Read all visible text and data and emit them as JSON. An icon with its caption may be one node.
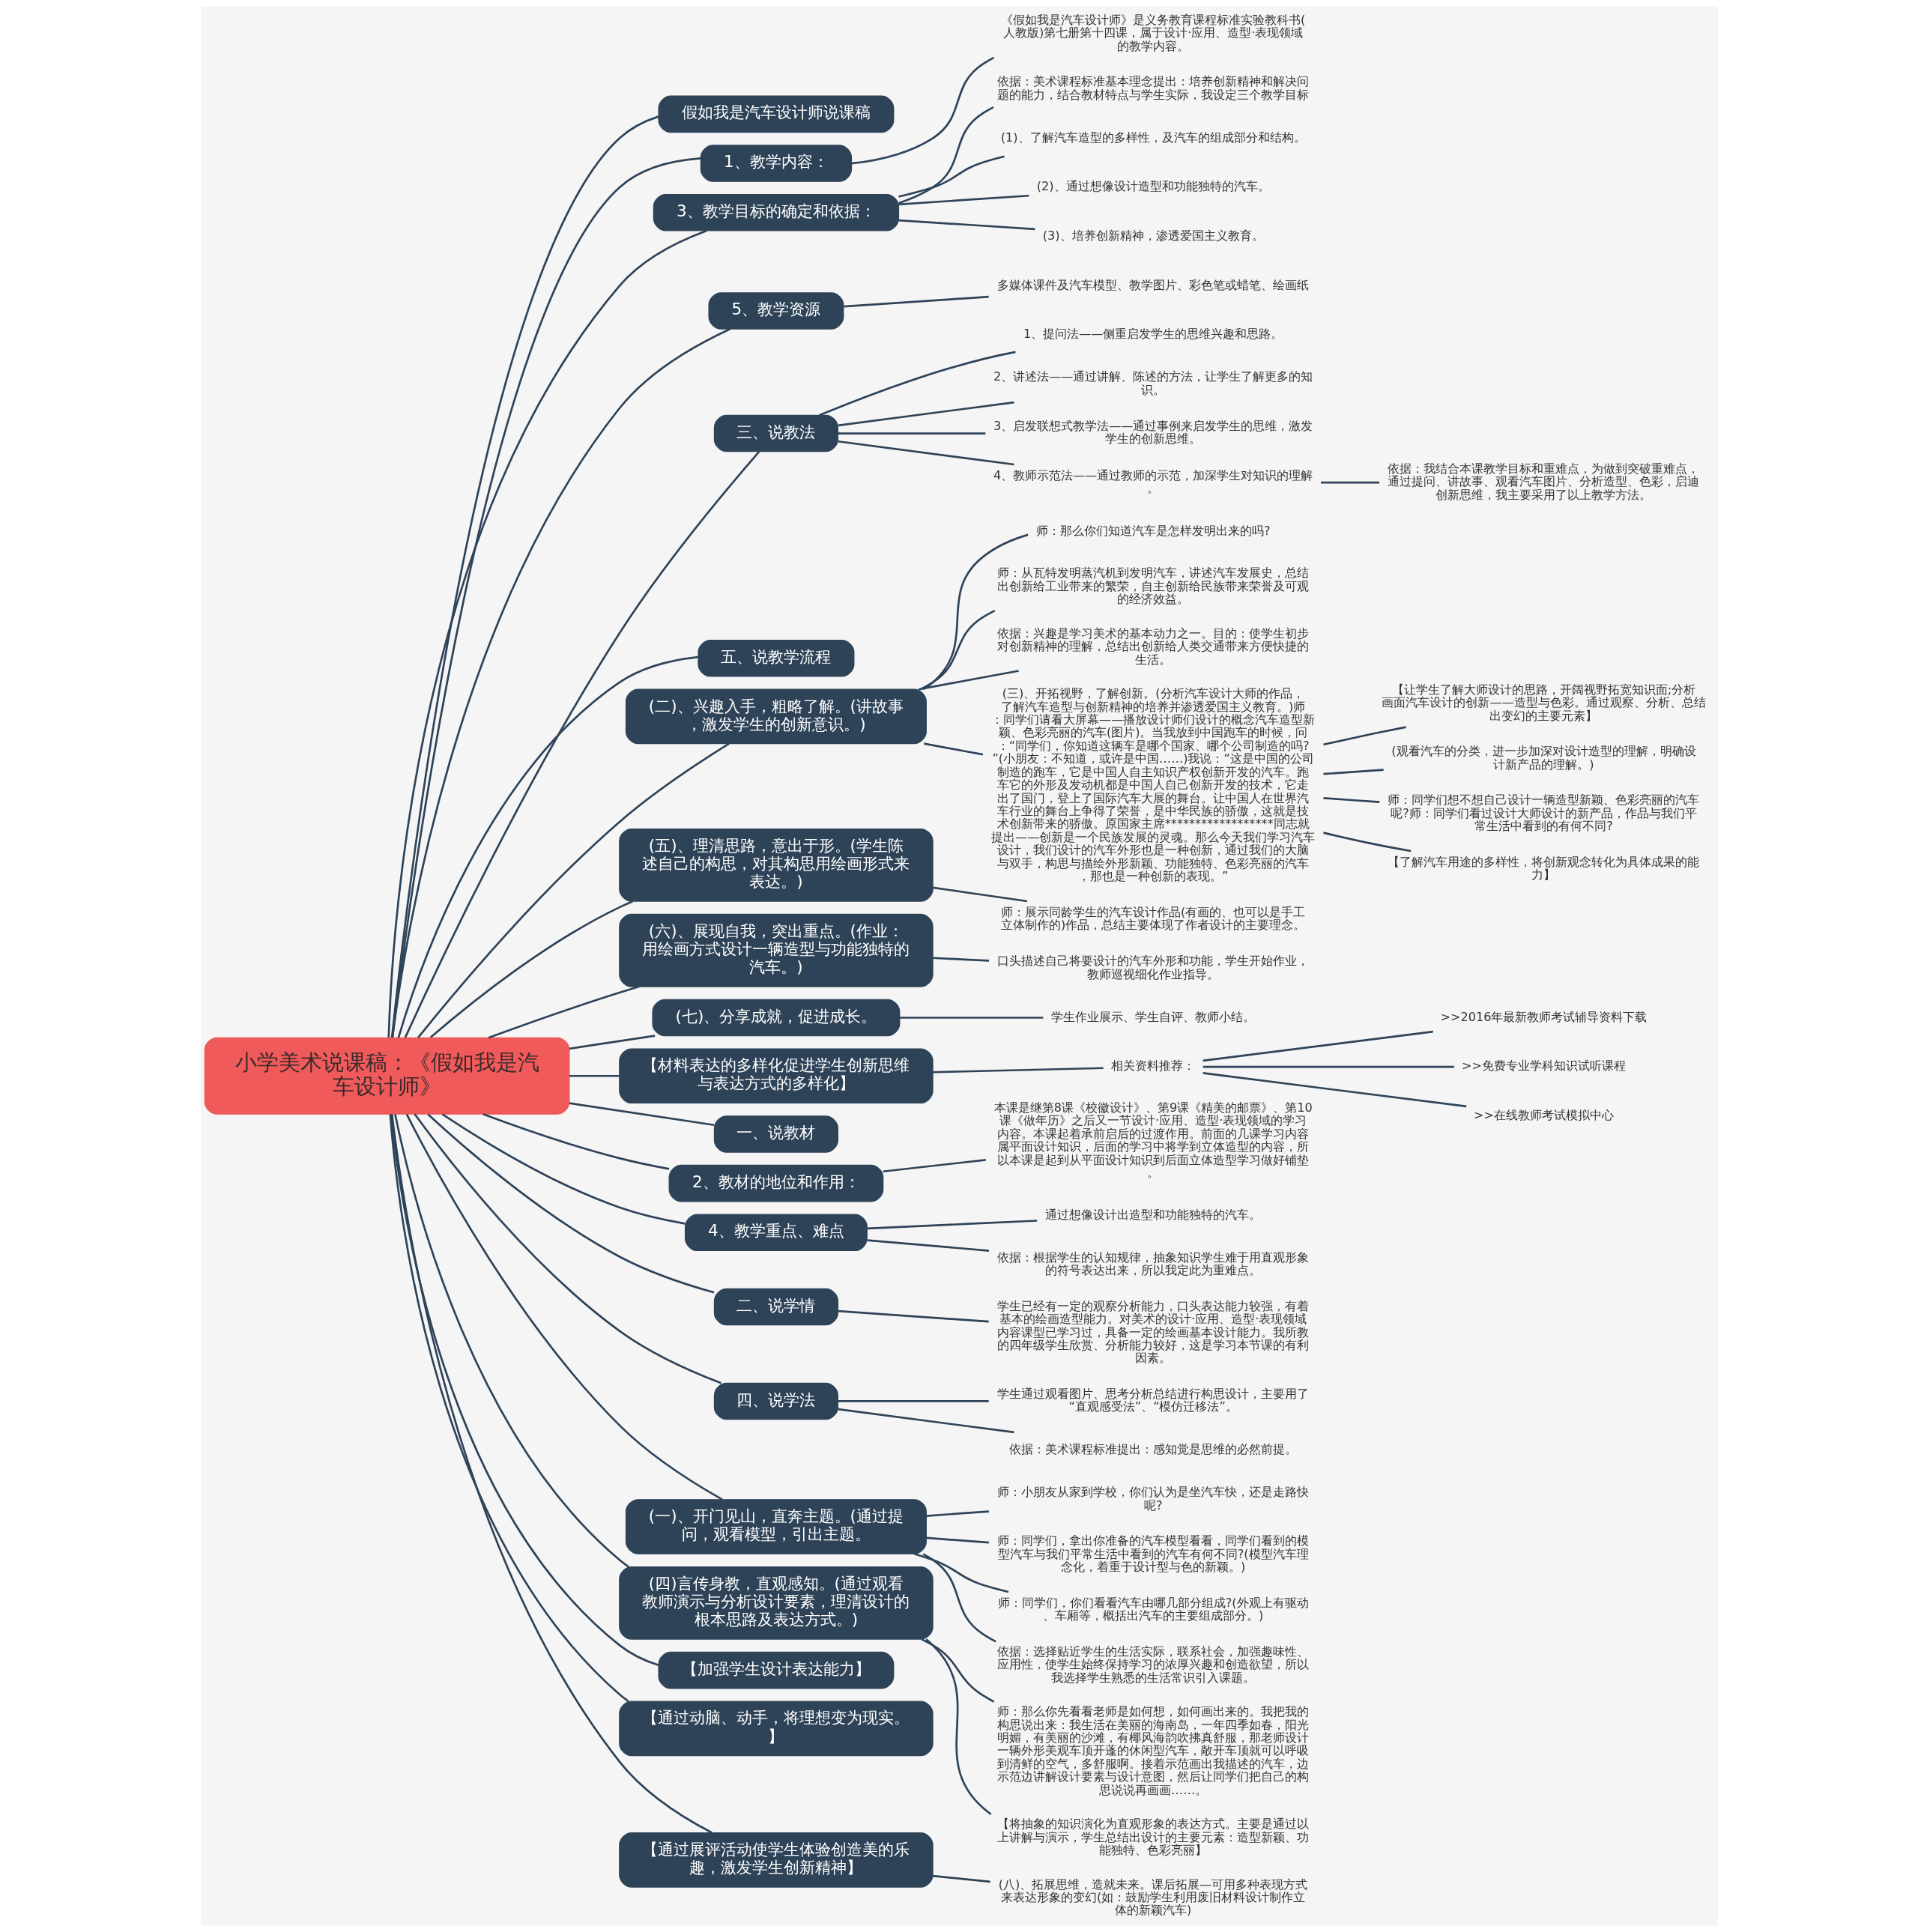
{
  "diagram": {
    "nodes": [
      {
        "text": [
          "小学美术说课稿：《假如我是汽车设计师》"
        ]
      },
      {
        "text": [
          "假如我是汽车设计师说课稿"
        ]
      },
      {
        "text": [
          "1、教学内容："
        ]
      },
      {
        "text": [
          "《假如我是汽车设计师》是义务教育课程标准实验教科书(人教版)第七册第十四课，属于设计·应用、造型·表现领域的教学内容。"
        ]
      },
      {
        "text": [
          "3、教学目标的确定和依据："
        ]
      },
      {
        "text": [
          "依据：美术课程标准基本理念提出：培养创新精神和解决问题的能力，结合教材特点与学生实际，我设定三个教学目标"
        ]
      },
      {
        "text": [
          "(1)、了解汽车造型的多样性，及汽车的组成部分和结构。"
        ]
      },
      {
        "text": [
          "(2)、通过想像设计造型和功能独特的汽车。"
        ]
      },
      {
        "text": [
          "(3)、培养创新精神，渗透爱国主义教育。"
        ]
      },
      {
        "text": [
          "5、教学资源"
        ]
      },
      {
        "text": [
          "多媒体课件及汽车模型、教学图片、彩色笔或蜡笔、绘画纸"
        ]
      },
      {
        "text": [
          "三、说教法"
        ]
      },
      {
        "text": [
          "1、提问法——侧重启发学生的思维兴趣和思路。"
        ]
      },
      {
        "text": [
          "2、讲述法——通过讲解、陈述的方法，让学生了解更多的知识。"
        ]
      },
      {
        "text": [
          "3、启发联想式教学法——通过事例来启发学生的思维，激发学生的创新思维。"
        ]
      },
      {
        "text": [
          "4、教师示范法——通过教师的示范，加深学生对知识的理解。"
        ]
      },
      {
        "text": [
          "依据：我结合本课教学目标和重难点，为做到突破重难点，通过提问、讲故事、观看汽车图片、分析造型、色彩，启迪创新思维，我主要采用了以上教学方法。"
        ]
      },
      {
        "text": [
          "五、说教学流程"
        ]
      },
      {
        "text": [
          "(二)、兴趣入手，粗略了解。(讲故事，激发学生的创新意识。)"
        ]
      },
      {
        "text": [
          "师：那么你们知道汽车是怎样发明出来的吗?"
        ]
      },
      {
        "text": [
          "师：从瓦特发明蒸汽机到发明汽车，讲述汽车发展史，总结出创新给工业带来的繁荣，自主创新给民族带来荣誉及可观的经济效益。"
        ]
      },
      {
        "text": [
          "依据：兴趣是学习美术的基本动力之一。目的：使学生初步对创新精神的理解，总结出创新给人类交通带来方便快捷的生活。"
        ]
      },
      {
        "text": [
          "(三)、开拓视野，了解创新。(分析汽车设计大师的作品，了解汽车造型与创新精神的培养并渗透爱国主义教育。)师：同学们请看大屏幕——播放设计师们设计的概念汽车造型新颖、色彩亮丽的汽车(图片)。当我放到中国跑车的时候，问：“同学们，你知道这辆车是哪个国家、哪个公司制造的吗?”(小朋友：不知道，或许是中国……)我说：“这是中国的公司制造的跑车，它是中国人自主知识产权创新开发的汽车。跑车它的外形及发动机都是中国人自己创新开发的技术，它走出了国门，登上了国际汽车大展的舞台。让中国人在世界汽车行业的舞台上争得了荣誉，是中华民族的骄傲，这就是技术创新带来的骄傲。原国家主席******************同志就提出——创新是一个民族发展的灵魂。那么今天我们学习汽车设计，我们设计的汽车外形也是一种创新，通过我们的大脑与双手，构思与描绘外形新颖、功能独特、色彩亮丽的汽车，那也是一种创新的表现。”"
        ]
      },
      {
        "text": [
          "【让学生了解大师设计的思路，开阔视野拓宽知识面;分析画面汽车设计的创新——造型与色彩。通过观察、分析、总结出变幻的主要元素】"
        ]
      },
      {
        "text": [
          "(观看汽车的分类，进一步加深对设计造型的理解，明确设计新产品的理解。)"
        ]
      },
      {
        "text": [
          "师：同学们想不想自己设计一辆造型新颖、色彩亮丽的汽车呢?师：同学们看过设计大师设计的新产品，作品与我们平常生活中看到的有何不同?"
        ]
      },
      {
        "text": [
          "【了解汽车用途的多样性，将创新观念转化为具体成果的能力】"
        ]
      },
      {
        "text": [
          "(五)、理清思路，意出于形。(学生陈述自己的构思，对其构思用绘画形式来表达。)"
        ]
      },
      {
        "text": [
          "师：展示同龄学生的汽车设计作品(有画的、也可以是手工立体制作的)作品，总结主要体现了作者设计的主要理念。"
        ]
      },
      {
        "text": [
          "(六)、展现自我，突出重点。(作业：用绘画方式设计一辆造型与功能独特的汽车。)"
        ]
      },
      {
        "text": [
          "口头描述自己将要设计的汽车外形和功能，学生开始作业，教师巡视细化作业指导。"
        ]
      },
      {
        "text": [
          "(七)、分享成就，促进成长。"
        ]
      },
      {
        "text": [
          "学生作业展示、学生自评、教师小结。"
        ]
      },
      {
        "text": [
          "【材料表达的多样化促进学生创新思维与表达方式的多样化】"
        ]
      },
      {
        "text": [
          "相关资料推荐："
        ]
      },
      {
        "text": [
          ">>2016年最新教师考试辅导资料下载"
        ]
      },
      {
        "text": [
          ">>免费专业学科知识试听课程"
        ]
      },
      {
        "text": [
          ">>在线教师考试模拟中心"
        ]
      },
      {
        "text": [
          "一、说教材"
        ]
      },
      {
        "text": [
          "2、教材的地位和作用："
        ]
      },
      {
        "text": [
          "本课是继第8课《校徽设计》、第9课《精美的邮票》、第10课《做年历》之后又一节设计·应用、造型·表现领域的学习内容。本课起着承前启后的过渡作用。前面的几课学习内容属平面设计知识，后面的学习中将学到立体造型的内容，所以本课是起到从平面设计知识到后面立体造型学习做好铺垫。"
        ]
      },
      {
        "text": [
          "4、教学重点、难点"
        ]
      },
      {
        "text": [
          "通过想像设计出造型和功能独特的汽车。"
        ]
      },
      {
        "text": [
          "依据：根据学生的认知规律，抽象知识学生难于用直观形象的符号表达出来，所以我定此为重难点。"
        ]
      },
      {
        "text": [
          "二、说学情"
        ]
      },
      {
        "text": [
          "学生已经有一定的观察分析能力，口头表达能力较强，有着基本的绘画造型能力。对美术的设计·应用、造型·表现领域内容课型已学习过，具备一定的绘画基本设计能力。我所教的四年级学生欣赏、分析能力较好，这是学习本节课的有利因素。"
        ]
      },
      {
        "text": [
          "四、说学法"
        ]
      },
      {
        "text": [
          "学生通过观看图片、思考分析总结进行构思设计，主要用了“直观感受法”、“模仿迁移法”。"
        ]
      },
      {
        "text": [
          "依据：美术课程标准提出：感知觉是思维的必然前提。"
        ]
      },
      {
        "text": [
          "(一)、开门见山，直奔主题。(通过提问，观看模型，引出主题。"
        ]
      },
      {
        "text": [
          "师：小朋友从家到学校，你们认为是坐汽车快，还是走路快呢?"
        ]
      },
      {
        "text": [
          "师：同学们，拿出你准备的汽车模型看看，同学们看到的模型汽车与我们平常生活中看到的汽车有何不同?(模型汽车理念化，着重于设计型与色的新颖。)"
        ]
      },
      {
        "text": [
          "师：同学们，你们看看汽车由哪几部分组成?(外观上有驱动、车厢等，概括出汽车的主要组成部分。)"
        ]
      },
      {
        "text": [
          "依据：选择贴近学生的生活实际，联系社会，加强趣味性、应用性，使学生始终保持学习的浓厚兴趣和创造欲望，所以我选择学生熟悉的生活常识引入课题。"
        ]
      },
      {
        "text": [
          "(四)言传身教，直观感知。(通过观看教师演示与分析设计要素，理清设计的根本思路及表达方式。)"
        ]
      },
      {
        "text": [
          "师：那么你先看看老师是如何想，如何画出来的。我把我的构思说出来：我生活在美丽的海南岛，一年四季如春，阳光明媚，有美丽的沙滩，有椰风海韵吹拂真舒服，那老师设计一辆外形美观车顶开蓬的休闲型汽车，敞开车顶就可以呼吸到清鲜的空气，多舒服啊。接着示范画出我描述的汽车，边示范边讲解设计要素与设计意图，然后让同学们把自己的构思说说再画画……。"
        ]
      },
      {
        "text": [
          "【将抽象的知识演化为直观形象的表达方式。主要是通过以上讲解与演示，学生总结出设计的主要元素：造型新颖、功能独特、色彩亮丽】"
        ]
      },
      {
        "text": [
          "【加强学生设计表达能力】"
        ]
      },
      {
        "text": [
          "【通过动脑、动手，将理想变为现实。】"
        ]
      },
      {
        "text": [
          "【通过展评活动使学生体验创造美的乐趣，激发学生创新精神】"
        ]
      },
      {
        "text": [
          "(八)、拓展思维，造就未来。课后拓展—可用多种表现方式来表达形象的变幻(如：鼓励学生利用废旧材料设计制作立体的新颖汽车)"
        ]
      }
    ],
    "edges": [
      {
        "from": 0,
        "to": 1,
        "arrow": "none"
      },
      {
        "from": 0,
        "to": 2,
        "arrow": "none"
      },
      {
        "from": 2,
        "to": 3,
        "arrow": "none"
      },
      {
        "from": 0,
        "to": 4,
        "arrow": "none"
      },
      {
        "from": 4,
        "to": 5,
        "arrow": "none"
      },
      {
        "from": 4,
        "to": 6,
        "arrow": "none"
      },
      {
        "from": 4,
        "to": 7,
        "arrow": "none"
      },
      {
        "from": 4,
        "to": 8,
        "arrow": "none"
      },
      {
        "from": 0,
        "to": 9,
        "arrow": "none"
      },
      {
        "from": 9,
        "to": 10,
        "arrow": "none"
      },
      {
        "from": 0,
        "to": 11,
        "arrow": "none"
      },
      {
        "from": 11,
        "to": 12,
        "arrow": "none"
      },
      {
        "from": 11,
        "to": 13,
        "arrow": "none"
      },
      {
        "from": 11,
        "to": 14,
        "arrow": "none"
      },
      {
        "from": 11,
        "to": 15,
        "arrow": "none"
      },
      {
        "from": 15,
        "to": 16,
        "arrow": "none"
      },
      {
        "from": 0,
        "to": 17,
        "arrow": "none"
      },
      {
        "from": 0,
        "to": 18,
        "arrow": "none"
      },
      {
        "from": 18,
        "to": 19,
        "arrow": "none"
      },
      {
        "from": 18,
        "to": 20,
        "arrow": "none"
      },
      {
        "from": 18,
        "to": 21,
        "arrow": "none"
      },
      {
        "from": 18,
        "to": 22,
        "arrow": "none"
      },
      {
        "from": 22,
        "to": 23,
        "arrow": "none"
      },
      {
        "from": 22,
        "to": 24,
        "arrow": "none"
      },
      {
        "from": 22,
        "to": 25,
        "arrow": "none"
      },
      {
        "from": 22,
        "to": 26,
        "arrow": "none"
      },
      {
        "from": 0,
        "to": 27,
        "arrow": "none"
      },
      {
        "from": 27,
        "to": 28,
        "arrow": "none"
      },
      {
        "from": 0,
        "to": 29,
        "arrow": "none"
      },
      {
        "from": 29,
        "to": 30,
        "arrow": "none"
      },
      {
        "from": 0,
        "to": 31,
        "arrow": "none"
      },
      {
        "from": 31,
        "to": 32,
        "arrow": "none"
      },
      {
        "from": 0,
        "to": 33,
        "arrow": "none"
      },
      {
        "from": 33,
        "to": 34,
        "arrow": "none"
      },
      {
        "from": 34,
        "to": 35,
        "arrow": "none"
      },
      {
        "from": 34,
        "to": 36,
        "arrow": "none"
      },
      {
        "from": 34,
        "to": 37,
        "arrow": "none"
      },
      {
        "from": 0,
        "to": 38,
        "arrow": "none"
      },
      {
        "from": 0,
        "to": 39,
        "arrow": "none"
      },
      {
        "from": 39,
        "to": 40,
        "arrow": "none"
      },
      {
        "from": 0,
        "to": 41,
        "arrow": "none"
      },
      {
        "from": 41,
        "to": 42,
        "arrow": "none"
      },
      {
        "from": 41,
        "to": 43,
        "arrow": "none"
      },
      {
        "from": 0,
        "to": 44,
        "arrow": "none"
      },
      {
        "from": 44,
        "to": 45,
        "arrow": "none"
      },
      {
        "from": 0,
        "to": 46,
        "arrow": "none"
      },
      {
        "from": 46,
        "to": 47,
        "arrow": "none"
      },
      {
        "from": 46,
        "to": 48,
        "arrow": "none"
      },
      {
        "from": 0,
        "to": 49,
        "arrow": "none"
      },
      {
        "from": 49,
        "to": 50,
        "arrow": "none"
      },
      {
        "from": 49,
        "to": 51,
        "arrow": "none"
      },
      {
        "from": 49,
        "to": 52,
        "arrow": "none"
      },
      {
        "from": 49,
        "to": 53,
        "arrow": "none"
      },
      {
        "from": 0,
        "to": 54,
        "arrow": "none"
      },
      {
        "from": 54,
        "to": 55,
        "arrow": "none"
      },
      {
        "from": 54,
        "to": 56,
        "arrow": "none"
      },
      {
        "from": 0,
        "to": 57,
        "arrow": "none"
      },
      {
        "from": 0,
        "to": 58,
        "arrow": "none"
      },
      {
        "from": 0,
        "to": 59,
        "arrow": "none"
      },
      {
        "from": 59,
        "to": 60,
        "arrow": "none"
      }
    ]
  }
}
